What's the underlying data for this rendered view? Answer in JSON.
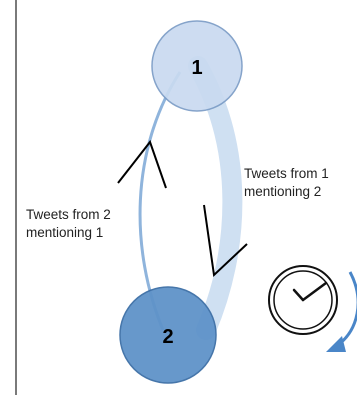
{
  "diagram": {
    "nodes": [
      {
        "id": "1",
        "label": "1",
        "fill": "#c9daf0",
        "stroke": "#7b9cc6"
      },
      {
        "id": "2",
        "label": "2",
        "fill": "#5f93c9",
        "stroke": "#3d6fa6"
      }
    ],
    "edges": [
      {
        "id": "edge-1-to-2",
        "from": "1",
        "to": "2",
        "label_lines": [
          "Tweets from 1",
          "mentioning 2"
        ],
        "color": "#cfe0f2"
      },
      {
        "id": "edge-2-to-1",
        "from": "2",
        "to": "1",
        "label_lines": [
          "Tweets from 2",
          "mentioning 1"
        ],
        "color": "#8fb4dc"
      }
    ],
    "decorations": {
      "clock_icon": "clock-icon",
      "accent_color": "#4a86c8"
    }
  }
}
